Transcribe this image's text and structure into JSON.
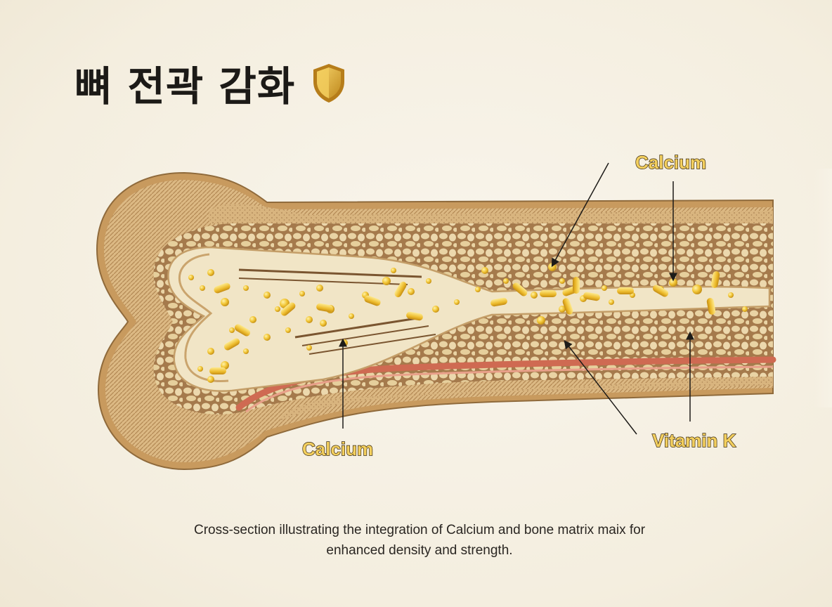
{
  "title": "뼈 전곽 감화",
  "labels": {
    "calcium_top": "Calcium",
    "calcium_bottom": "Calcium",
    "vitamin_k": "Vitamin K"
  },
  "caption": {
    "line1": "Cross-section illustrating the integration of Calcium and bone matrix maix for",
    "line2": "enhanced density and strength."
  },
  "icons": {
    "title_icon": "shield-icon"
  },
  "colors": {
    "background": "#f7f2e6",
    "bone_outer": "#d7b27a",
    "bone_cortex": "#b98c55",
    "marrow_canal": "#f1e5c6",
    "nutrient_gold": "#f0c23a",
    "blood_vessel": "#cf6a52",
    "label_fill": "#f3cf5e"
  }
}
